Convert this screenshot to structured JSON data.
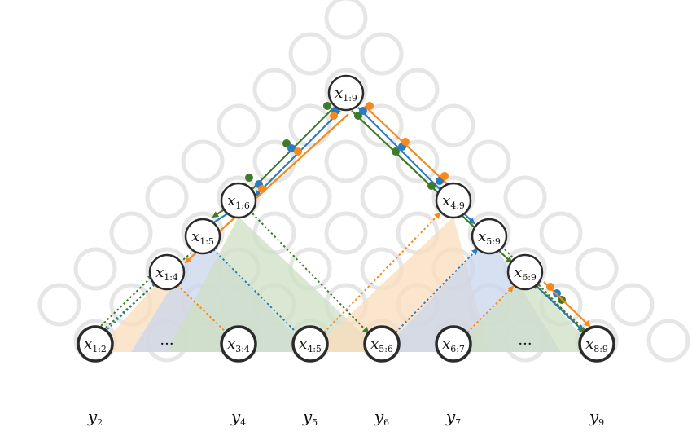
{
  "colors": {
    "background": "#ffffff",
    "ghost_ring": "#e6e6e6",
    "node_ring": "#2b2b2b",
    "orange": "#f5891e",
    "blue": "#2b7bc0",
    "green": "#3d7a2a",
    "fill_orange": "#f9dcbc",
    "fill_blue": "#c9d6ec",
    "fill_green": "#cddfc3"
  },
  "nodes": [
    {
      "id": "x19",
      "var": "x",
      "sub": "1:9"
    },
    {
      "id": "x16",
      "var": "x",
      "sub": "1:6"
    },
    {
      "id": "x49",
      "var": "x",
      "sub": "4:9"
    },
    {
      "id": "x15",
      "var": "x",
      "sub": "1:5"
    },
    {
      "id": "x59",
      "var": "x",
      "sub": "5:9"
    },
    {
      "id": "x14",
      "var": "x",
      "sub": "1:4"
    },
    {
      "id": "x69",
      "var": "x",
      "sub": "6:9"
    },
    {
      "id": "x12",
      "var": "x",
      "sub": "1:2"
    },
    {
      "id": "x34",
      "var": "x",
      "sub": "3:4"
    },
    {
      "id": "x45",
      "var": "x",
      "sub": "4:5"
    },
    {
      "id": "x56",
      "var": "x",
      "sub": "5:6"
    },
    {
      "id": "x67",
      "var": "x",
      "sub": "6:7"
    },
    {
      "id": "x89",
      "var": "x",
      "sub": "8:9"
    }
  ],
  "ellipses": [
    {
      "id": "dots-left",
      "text": "···"
    },
    {
      "id": "dots-right",
      "text": "···"
    }
  ],
  "observations": [
    {
      "id": "y2",
      "var": "y",
      "sub": "2"
    },
    {
      "id": "y4",
      "var": "y",
      "sub": "4"
    },
    {
      "id": "y5",
      "var": "y",
      "sub": "5"
    },
    {
      "id": "y6",
      "var": "y",
      "sub": "6"
    },
    {
      "id": "y7",
      "var": "y",
      "sub": "7"
    },
    {
      "id": "y9",
      "var": "y",
      "sub": "9"
    }
  ]
}
